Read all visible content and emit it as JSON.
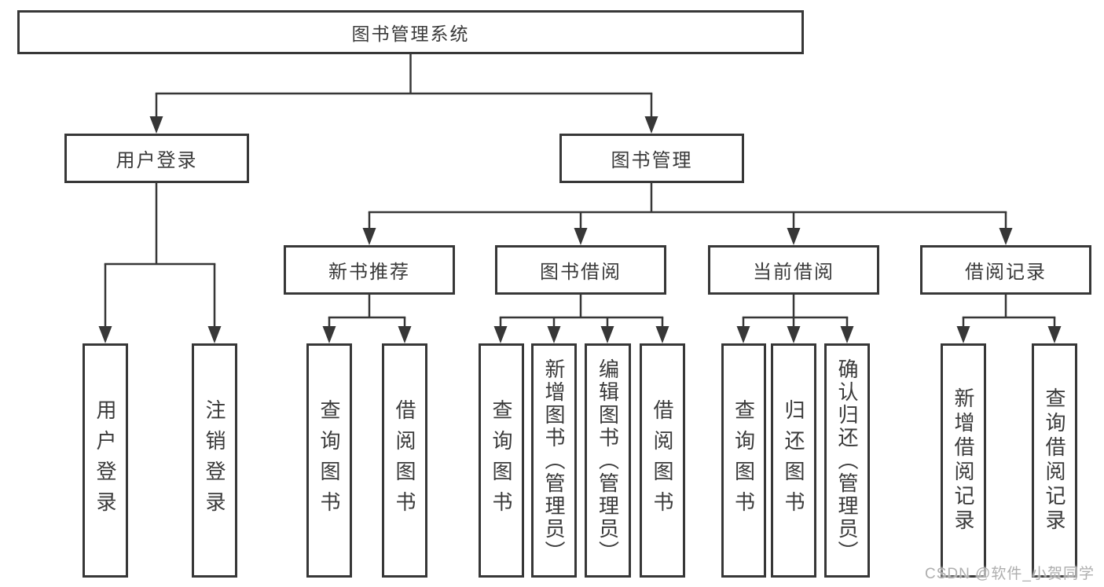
{
  "diagram": {
    "root": {
      "label": "图书管理系统"
    },
    "branches": [
      {
        "label": "用户登录",
        "children": [
          {
            "label": "用户登录"
          },
          {
            "label": "注销登录"
          }
        ]
      },
      {
        "label": "图书管理",
        "children": [
          {
            "label": "新书推荐",
            "children": [
              {
                "label": "查询图书"
              },
              {
                "label": "借阅图书"
              }
            ]
          },
          {
            "label": "图书借阅",
            "children": [
              {
                "label": "查询图书"
              },
              {
                "label": "新增图书（管理员）"
              },
              {
                "label": "编辑图书（管理员）"
              },
              {
                "label": "借阅图书"
              }
            ]
          },
          {
            "label": "当前借阅",
            "children": [
              {
                "label": "查询图书"
              },
              {
                "label": "归还图书"
              },
              {
                "label": "确认归还（管理员）"
              }
            ]
          },
          {
            "label": "借阅记录",
            "children": [
              {
                "label": "新增借阅记录"
              },
              {
                "label": "查询借阅记录"
              }
            ]
          }
        ]
      }
    ]
  },
  "watermark": {
    "text": "CSDN @软件_小贺同学"
  },
  "colors": {
    "line": "#373737",
    "text": "#3a3a3a",
    "background": "#ffffff",
    "watermark": "#aeaeae"
  }
}
